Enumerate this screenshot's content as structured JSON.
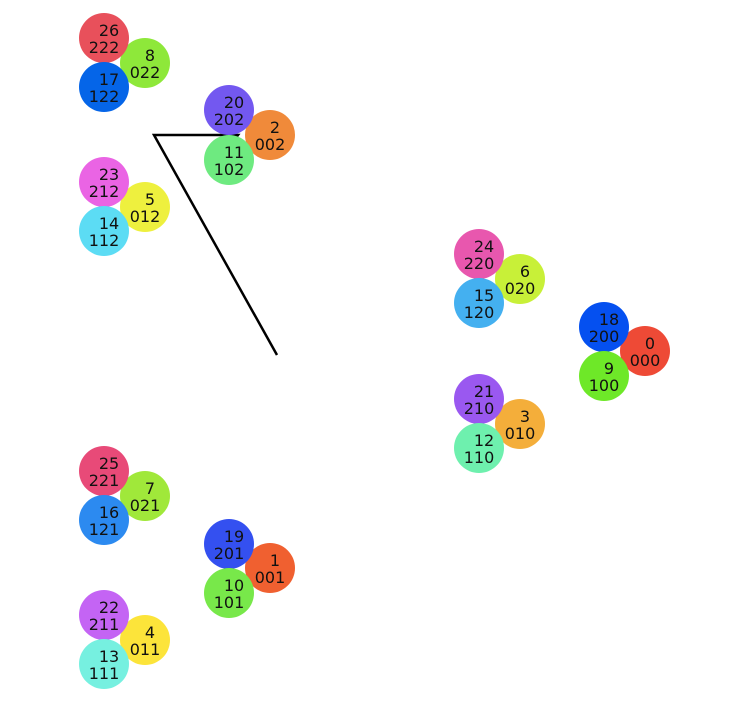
{
  "nodes": [
    {
      "id": "26",
      "code": "222",
      "color": "#E8505B"
    },
    {
      "id": "8",
      "code": "022",
      "color": "#8EE83A"
    },
    {
      "id": "17",
      "code": "122",
      "color": "#0565E8"
    },
    {
      "id": "20",
      "code": "202",
      "color": "#7358F0"
    },
    {
      "id": "2",
      "code": "002",
      "color": "#F08A3A"
    },
    {
      "id": "11",
      "code": "102",
      "color": "#6EEA80"
    },
    {
      "id": "23",
      "code": "212",
      "color": "#EA64E4"
    },
    {
      "id": "5",
      "code": "012",
      "color": "#EEF03E"
    },
    {
      "id": "14",
      "code": "112",
      "color": "#5CDCF4"
    },
    {
      "id": "24",
      "code": "220",
      "color": "#E857AE"
    },
    {
      "id": "6",
      "code": "020",
      "color": "#C8F038"
    },
    {
      "id": "15",
      "code": "120",
      "color": "#44B0F0"
    },
    {
      "id": "18",
      "code": "200",
      "color": "#0550F0"
    },
    {
      "id": "0",
      "code": "000",
      "color": "#EE4A36"
    },
    {
      "id": "9",
      "code": "100",
      "color": "#6EE828"
    },
    {
      "id": "21",
      "code": "210",
      "color": "#9A58F0"
    },
    {
      "id": "3",
      "code": "010",
      "color": "#F4AE3A"
    },
    {
      "id": "12",
      "code": "110",
      "color": "#6EF0AE"
    },
    {
      "id": "25",
      "code": "221",
      "color": "#E84A78"
    },
    {
      "id": "7",
      "code": "021",
      "color": "#A0E83A"
    },
    {
      "id": "16",
      "code": "121",
      "color": "#2C8AF0"
    },
    {
      "id": "19",
      "code": "201",
      "color": "#3450F0"
    },
    {
      "id": "1",
      "code": "001",
      "color": "#F06030"
    },
    {
      "id": "10",
      "code": "101",
      "color": "#78E84A"
    },
    {
      "id": "22",
      "code": "211",
      "color": "#C464F4"
    },
    {
      "id": "4",
      "code": "011",
      "color": "#FCE43A"
    },
    {
      "id": "13",
      "code": "111",
      "color": "#76F0E0"
    }
  ],
  "arrow": {
    "color": "#000000"
  }
}
